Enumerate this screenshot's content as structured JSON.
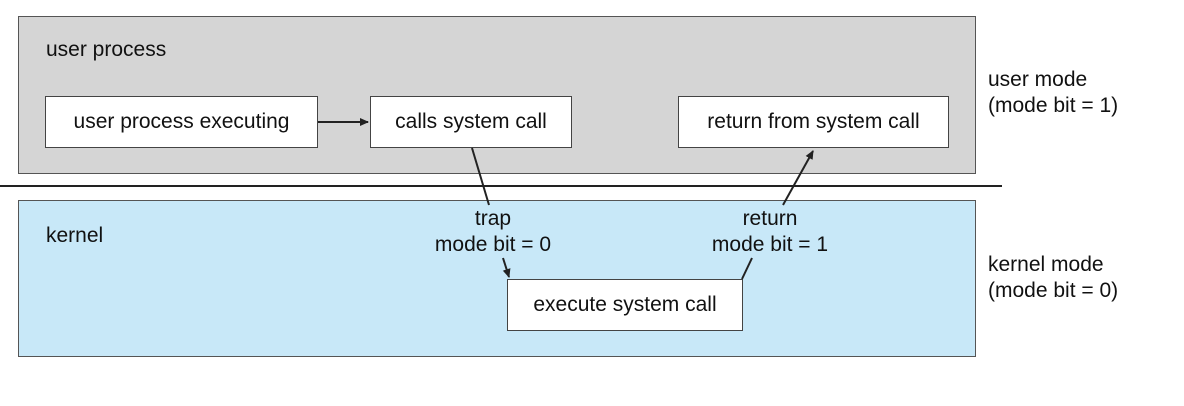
{
  "colors": {
    "user_region_fill": "#d5d5d5",
    "kernel_region_fill": "#c8e8f8",
    "box_fill": "#ffffff",
    "line": "#222222"
  },
  "user_region": {
    "label": "user process",
    "boxes": {
      "executing": "user process executing",
      "calls": "calls system call",
      "return": "return from system call"
    }
  },
  "kernel_region": {
    "label": "kernel",
    "boxes": {
      "execute": "execute system call"
    }
  },
  "edges": {
    "trap": {
      "line1": "trap",
      "line2": "mode bit = 0"
    },
    "return": {
      "line1": "return",
      "line2": "mode bit = 1"
    }
  },
  "side_labels": {
    "user_mode": {
      "line1": "user mode",
      "line2": "(mode bit = 1)"
    },
    "kernel_mode": {
      "line1": "kernel mode",
      "line2": "(mode bit = 0)"
    }
  }
}
